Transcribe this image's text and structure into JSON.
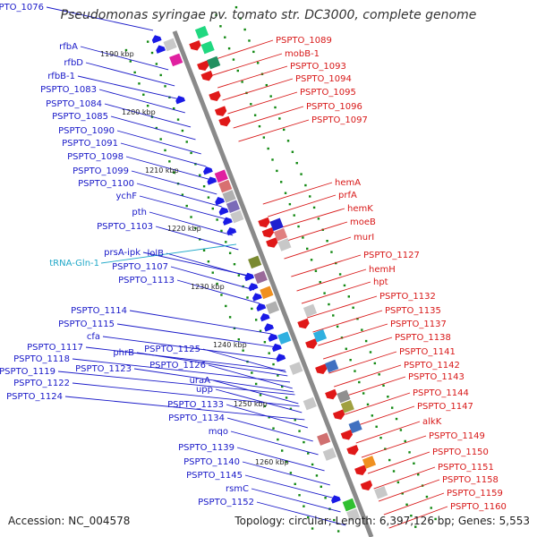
{
  "title": "Pseudomonas syringae pv. tomato str. DC3000, complete genome",
  "footer": {
    "accession_label": "Accession:",
    "accession": "NC_004578",
    "topology_text": "Topology: circular; Length: 6,397,126 bp; Genes: 5,553"
  },
  "colors": {
    "minus_label": "#1818c8",
    "plus_label": "#d81818",
    "rna_label": "#20a8c8",
    "backbone": "#8a8a8a",
    "tick": "#118811"
  },
  "kbp_ticks": [
    "1190 kbp",
    "1200 kbp",
    "1210 kbp",
    "1220 kbp",
    "1230 kbp",
    "1240 kbp",
    "1250 kbp",
    "1260 kbp"
  ],
  "left_labels": [
    "PSPTO_1076",
    "rfbA",
    "rfbD",
    "rfbB-1",
    "PSPTO_1083",
    "PSPTO_1084",
    "PSPTO_1085",
    "PSPTO_1090",
    "PSPTO_1091",
    "PSPTO_1098",
    "PSPTO_1099",
    "PSPTO_1100",
    "ychF",
    "pth",
    "PSPTO_1103",
    "prsA-ipk",
    "lolB",
    "PSPTO_1107",
    "PSPTO_1113",
    "PSPTO_1114",
    "PSPTO_1115",
    "cfa",
    "PSPTO_1117",
    "PSPTO_1118",
    "PSPTO_1119",
    "PSPTO_1122",
    "PSPTO_1124",
    "phrB",
    "PSPTO_1123",
    "PSPTO_1125",
    "PSPTO_1126",
    "uraA",
    "upp",
    "PSPTO_1133",
    "PSPTO_1134",
    "mqo",
    "PSPTO_1139",
    "PSPTO_1140",
    "PSPTO_1145",
    "rsmC",
    "PSPTO_1152"
  ],
  "rna_labels": [
    "tRNA-Gln-1"
  ],
  "right_labels": [
    "PSPTO_1089",
    "mobB-1",
    "PSPTO_1093",
    "PSPTO_1094",
    "PSPTO_1095",
    "PSPTO_1096",
    "PSPTO_1097",
    "hemA",
    "prfA",
    "hemK",
    "moeB",
    "murI",
    "PSPTO_1127",
    "hemH",
    "hpt",
    "PSPTO_1132",
    "PSPTO_1135",
    "PSPTO_1137",
    "PSPTO_1138",
    "PSPTO_1141",
    "PSPTO_1142",
    "PSPTO_1143",
    "PSPTO_1144",
    "PSPTO_1147",
    "alkK",
    "PSPTO_1149",
    "PSPTO_1150",
    "PSPTO_1151",
    "PSPTO_1158",
    "PSPTO_1159",
    "PSPTO_1160"
  ]
}
